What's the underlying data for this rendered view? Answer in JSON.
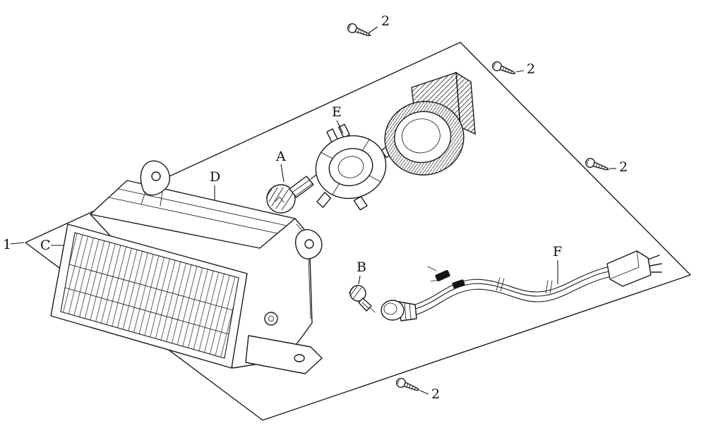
{
  "figure": {
    "type": "exploded-parts-diagram",
    "subject": "headlight assembly",
    "background_color": "#ffffff",
    "line_color": "#1a1a1a",
    "callouts": {
      "assembly_outline": "1",
      "screw": "2",
      "headlight_bulb": "A",
      "wedge_bulb": "B",
      "lens": "C",
      "housing": "D",
      "bulb_retainer": "E",
      "wire_harness": "F"
    }
  }
}
